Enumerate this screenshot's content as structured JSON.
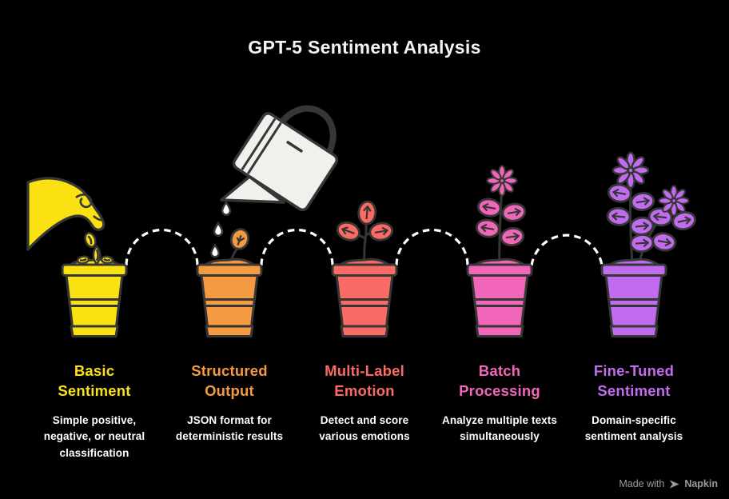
{
  "title": "GPT-5 Sentiment Analysis",
  "stages": [
    {
      "id": "basic-sentiment",
      "label": "Basic Sentiment",
      "description": "Simple positive, negative, or neutral classification",
      "color": "#FAE112"
    },
    {
      "id": "structured-output",
      "label": "Structured Output",
      "description": "JSON format for deterministic results",
      "color": "#F49A40"
    },
    {
      "id": "multi-label-emotion",
      "label": "Multi-Label Emotion",
      "description": "Detect and score various emotions",
      "color": "#F96B64"
    },
    {
      "id": "batch-processing",
      "label": "Batch Processing",
      "description": "Analyze multiple texts simultaneously",
      "color": "#F266BA"
    },
    {
      "id": "fine-tuned-sentiment",
      "label": "Fine-Tuned Sentiment",
      "description": "Domain-specific sentiment analysis",
      "color": "#C16CEF"
    }
  ],
  "watermark": {
    "prefix": "Made with",
    "brand": "Napkin"
  },
  "colors": {
    "background": "#000000",
    "ink": "#363636",
    "title": "#F5F5F5",
    "description": "#FFFFFF",
    "arc": "#FFFFFF",
    "can": "#F1F0ED",
    "drop": "#FFFFFF",
    "watermark": "#9B9B9B"
  }
}
